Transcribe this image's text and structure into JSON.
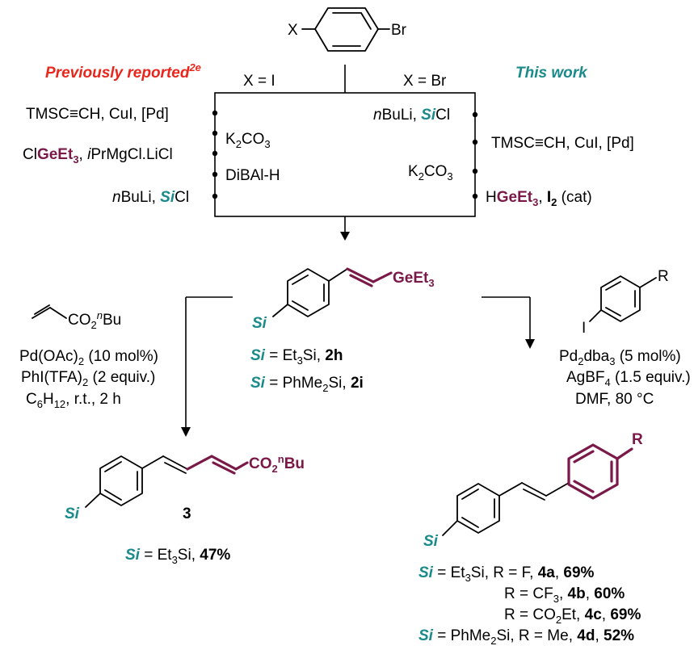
{
  "starting_material": {
    "x_label": "X",
    "br_label": "Br"
  },
  "header": {
    "previously_reported": "Previously reported",
    "reference": "2e",
    "this_work": "This work",
    "x_i": "X = I",
    "x_br": "X = Br"
  },
  "left_steps": {
    "s1": "TMSC≡CH, CuI, [Pd]",
    "s2_main": "K",
    "s2_sub": "2",
    "s2_end": "CO",
    "s2_sub2": "3",
    "s3_pre": "Cl",
    "s3_ge": "GeEt",
    "s3_ge_sub": "3",
    "s3_post": ", ",
    "s3_ital": "i",
    "s3_end": "PrMgCl.LiCl",
    "s4": "DiBAl-H",
    "s5_ital": "n",
    "s5_mid": "BuLi, ",
    "s5_si": "Si",
    "s5_end": "Cl"
  },
  "right_steps": {
    "s1_ital": "n",
    "s1_mid": "BuLi, ",
    "s1_si": "Si",
    "s1_end": "Cl",
    "s2": "TMSC≡CH, CuI, [Pd]",
    "s3_main": "K",
    "s3_sub": "2",
    "s3_end": "CO",
    "s3_sub2": "3",
    "s4_pre": "H",
    "s4_ge": "GeEt",
    "s4_ge_sub": "3",
    "s4_mid": ", ",
    "s4_i": "I",
    "s4_i_sub": "2",
    "s4_end": " (cat)"
  },
  "intermediate": {
    "ge_label": "GeEt",
    "ge_sub": "3",
    "si_label": "Si",
    "line1_si": "Si",
    "line1_eq": " = Et",
    "line1_sub": "3",
    "line1_end": "Si, ",
    "line1_cmpd": "2h",
    "line2_si": "Si",
    "line2_eq": " = PhMe",
    "line2_sub": "2",
    "line2_end": "Si, ",
    "line2_cmpd": "2i"
  },
  "left_conditions": {
    "reagent_co": "CO",
    "reagent_sub": "2",
    "reagent_sup": "n",
    "reagent_bu": "Bu",
    "c1": "Pd(OAc)",
    "c1_sub": "2",
    "c1_end": " (10 mol%)",
    "c2": "PhI(TFA)",
    "c2_sub": "2",
    "c2_end": " (2 equiv.)",
    "c3": "C",
    "c3_sub1": "6",
    "c3_mid": "H",
    "c3_sub2": "12",
    "c3_end": ", r.t., 2 h"
  },
  "right_conditions": {
    "r_label": "R",
    "i_label": "I",
    "c1": "Pd",
    "c1_sub1": "2",
    "c1_mid": "dba",
    "c1_sub2": "3",
    "c1_end": " (5 mol%)",
    "c2": "AgBF",
    "c2_sub": "4",
    "c2_end": " (1.5 equiv.)",
    "c3": "DMF, 80 °C"
  },
  "product3": {
    "co_label": "CO",
    "co_sub": "2",
    "co_sup": "n",
    "co_bu": "Bu",
    "si_label": "Si",
    "number": "3",
    "res_si": "Si",
    "res_eq": " = Et",
    "res_sub": "3",
    "res_mid": "Si, ",
    "res_yield": "47%"
  },
  "product4": {
    "r_label": "R",
    "si_label": "Si",
    "rows": [
      {
        "si": "Si",
        "pre": " = Et",
        "sub": "3",
        "mid": "Si, R = F, ",
        "cmpd": "4a",
        "sep": ",  ",
        "yield": "69%"
      },
      {
        "si": "",
        "pre": "R = CF",
        "sub": "3",
        "mid": ", ",
        "cmpd": "4b",
        "sep": ", ",
        "yield": "60%"
      },
      {
        "si": "",
        "pre": "R = CO",
        "sub": "2",
        "mid": "Et, ",
        "cmpd": "4c",
        "sep": ", ",
        "yield": "69%"
      },
      {
        "si": "Si",
        "pre": " = PhMe",
        "sub": "2",
        "mid": "Si, R = Me, ",
        "cmpd": "4d",
        "sep": ", ",
        "yield": "52%"
      }
    ]
  },
  "colors": {
    "silicon": "#1a8a8a",
    "germanium": "#7a1848",
    "previous": "#e8261c"
  }
}
